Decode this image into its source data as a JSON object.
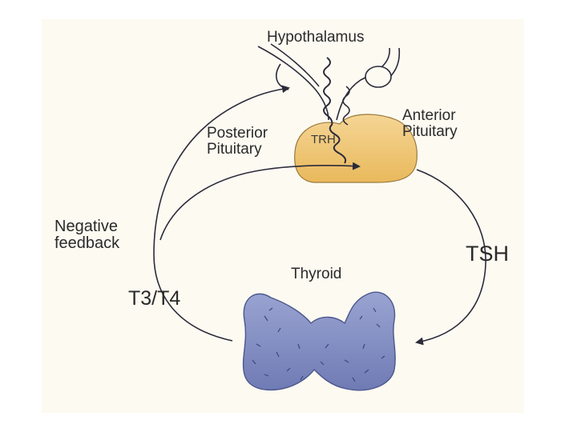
{
  "labels": {
    "hypothalamus": "Hypothalamus",
    "posterior_pituitary": "Posterior\nPituitary",
    "anterior_pituitary": "Anterior\nPituitary",
    "trh": "TRH",
    "negative_feedback": "Negative\nfeedback",
    "tsh": "TSH",
    "thyroid": "Thyroid",
    "t3_t4": "T3/T4"
  },
  "colors": {
    "panel_background": "#fdfaf2",
    "pituitary_fill": "#f1c97a",
    "thyroid_fill": "#8d98c9",
    "outline": "#2b2b3a"
  }
}
